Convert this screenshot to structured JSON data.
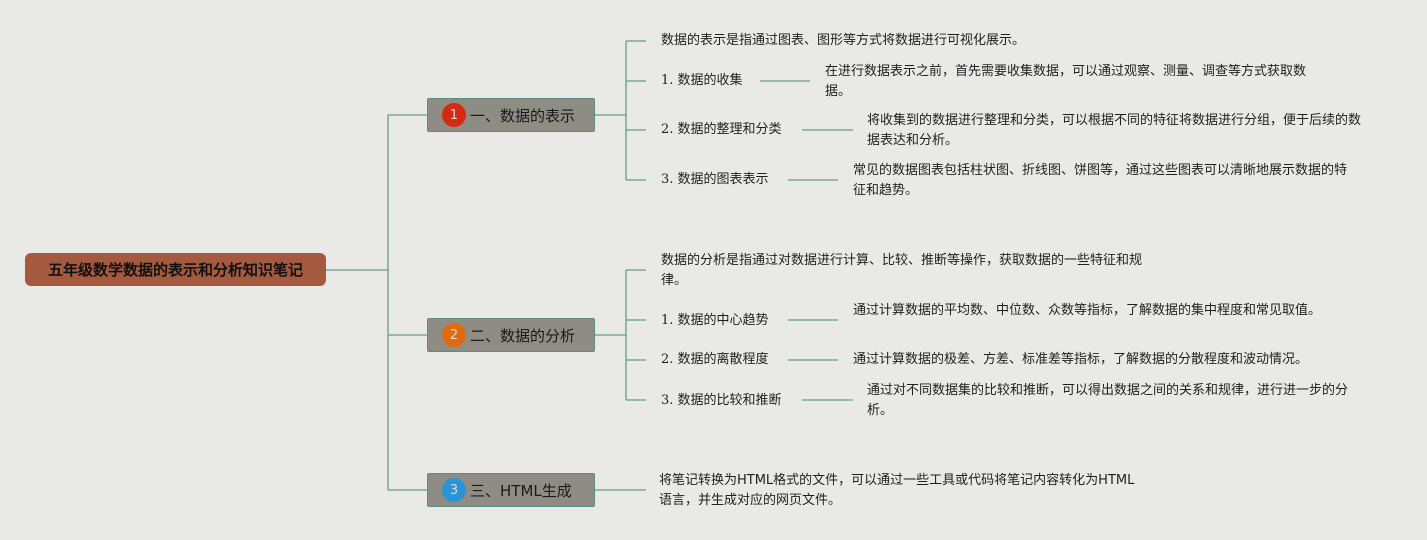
{
  "colors": {
    "background": "#e9eae7",
    "root_fill": "#a55a3f",
    "branch_fill": "#8f8c85",
    "connector": "#6a9b87",
    "badge_1": "#d42a14",
    "badge_2": "#e06a10",
    "badge_3": "#2b93d8"
  },
  "root": {
    "title": "五年级数学数据的表示和分析知识笔记"
  },
  "branches": [
    {
      "badge": "1",
      "title": "一、数据的表示",
      "intro": "数据的表示是指通过图表、图形等方式将数据进行可视化展示。",
      "items": [
        {
          "label": "1. 数据的收集",
          "detail": "在进行数据表示之前，首先需要收集数据，可以通过观察、测量、调查等方式获取数据。"
        },
        {
          "label": "2. 数据的整理和分类",
          "detail": "将收集到的数据进行整理和分类，可以根据不同的特征将数据进行分组，便于后续的数据表达和分析。"
        },
        {
          "label": "3. 数据的图表表示",
          "detail": "常见的数据图表包括柱状图、折线图、饼图等，通过这些图表可以清晰地展示数据的特征和趋势。"
        }
      ]
    },
    {
      "badge": "2",
      "title": "二、数据的分析",
      "intro": "数据的分析是指通过对数据进行计算、比较、推断等操作，获取数据的一些特征和规律。",
      "items": [
        {
          "label": "1. 数据的中心趋势",
          "detail": "通过计算数据的平均数、中位数、众数等指标，了解数据的集中程度和常见取值。"
        },
        {
          "label": "2. 数据的离散程度",
          "detail": "通过计算数据的极差、方差、标准差等指标，了解数据的分散程度和波动情况。"
        },
        {
          "label": "3. 数据的比较和推断",
          "detail": "通过对不同数据集的比较和推断，可以得出数据之间的关系和规律，进行进一步的分析。"
        }
      ]
    },
    {
      "badge": "3",
      "title": "三、HTML生成",
      "intro": "将笔记转换为HTML格式的文件，可以通过一些工具或代码将笔记内容转化为HTML语言，并生成对应的网页文件。",
      "items": []
    }
  ]
}
